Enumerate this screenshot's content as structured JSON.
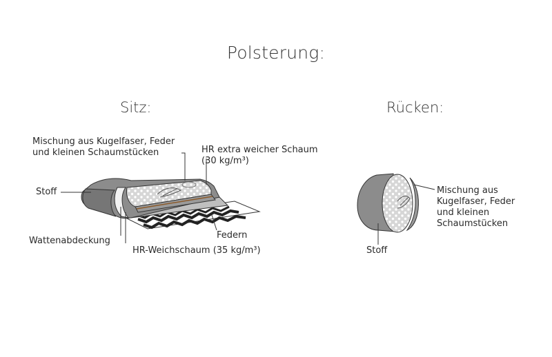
{
  "title": "Polsterung:",
  "sections": {
    "seat": "Sitz:",
    "back": "Rücken:"
  },
  "seat_labels": {
    "mix_line1": "Mischung aus Kugelfaser, Feder",
    "mix_line2": "und kleinen Schaumstücken",
    "hr_extra_line1": "HR extra weicher Schaum",
    "hr_extra_line2": "(30 kg/m³)",
    "fabric": "Stoff",
    "wadding": "Wattenabdeckung",
    "hr_soft": "HR-Weichschaum (35 kg/m³)",
    "springs": "Federn"
  },
  "back_labels": {
    "mix_line1": "Mischung aus",
    "mix_line2": "Kugelfaser, Feder",
    "mix_line3": "und kleinen",
    "mix_line4": "Schaumstücken",
    "fabric": "Stoff"
  },
  "colors": {
    "fabric": "#8a8a8a",
    "fabric_dark": "#6e6e6e",
    "foam": "#bdbdbd",
    "dots_bg": "#d9d9d9",
    "line": "#333333"
  }
}
